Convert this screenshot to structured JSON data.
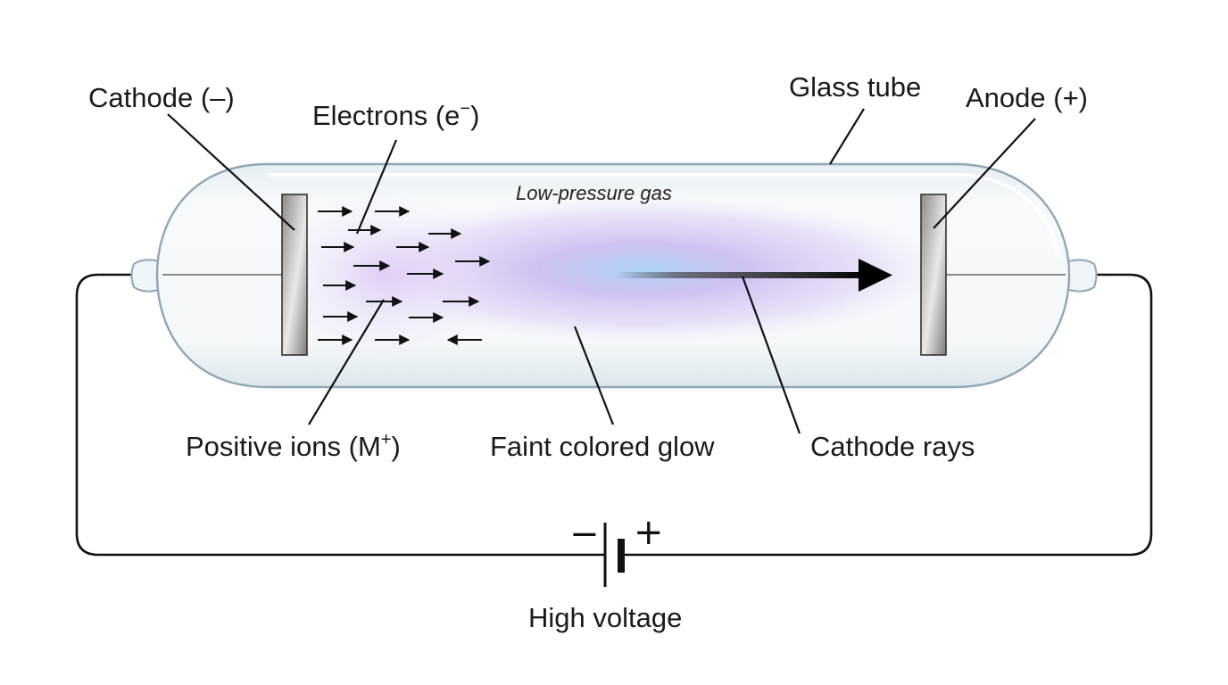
{
  "labels": {
    "cathode": "Cathode (–)",
    "electrons_main": "Electrons (e",
    "electrons_sup": "−",
    "electrons_close": ")",
    "glass_tube": "Glass tube",
    "anode": "Anode (+)",
    "low_pressure_gas": "Low-pressure gas",
    "positive_ions_main": "Positive ions (M",
    "positive_ions_sup": "+",
    "positive_ions_close": ")",
    "faint_glow": "Faint colored glow",
    "cathode_rays": "Cathode rays",
    "high_voltage": "High voltage",
    "battery_minus": "−",
    "battery_plus": "+"
  },
  "colors": {
    "glow": "#c9a6ee",
    "glow_center": "#a9d2f5",
    "tube_edge": "#8fa7b4",
    "electrode": "#a0a0a0"
  }
}
